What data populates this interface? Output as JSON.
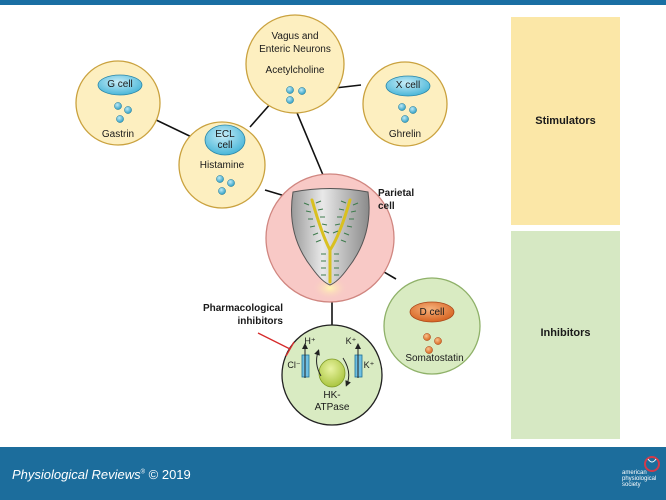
{
  "panels": {
    "stimulators": "Stimulators",
    "inhibitors": "Inhibitors"
  },
  "cells": {
    "vagus": {
      "title_line1": "Vagus and",
      "title_line2": "Enteric Neurons",
      "product": "Acetylcholine"
    },
    "g_cell": {
      "pill": "G cell",
      "product": "Gastrin"
    },
    "x_cell": {
      "pill": "X cell",
      "product": "Ghrelin"
    },
    "ecl": {
      "pill_line1": "ECL",
      "pill_line2": "cell",
      "product": "Histamine"
    },
    "parietal": {
      "line1": "Parietal",
      "line2": "cell"
    },
    "d_cell": {
      "pill": "D cell",
      "product": "Somatostatin"
    },
    "pump": {
      "cl": "Cl⁻",
      "h": "H⁺",
      "k_top": "K⁺",
      "k_right": "K⁺",
      "hk_line1": "HK-",
      "hk_line2": "ATPase"
    },
    "pharm": {
      "line1": "Pharmacological",
      "line2": "inhibitors"
    }
  },
  "footer": {
    "journal": "Physiological Reviews",
    "reg": "®",
    "year": " © 2019",
    "aps_line1": "american",
    "aps_line2": "physiological",
    "aps_line3": "society"
  },
  "colors": {
    "stim_fill": "#fbe7a7",
    "inhib_fill": "#d6e8c3",
    "yellow_cell": "#fdefc0",
    "green_cell": "#d9ebc2",
    "pink_cell": "#f8c9c6",
    "blue_pill": "#5bc3df",
    "orange_pill": "#e6722b",
    "footer": "#1c6d9c"
  }
}
